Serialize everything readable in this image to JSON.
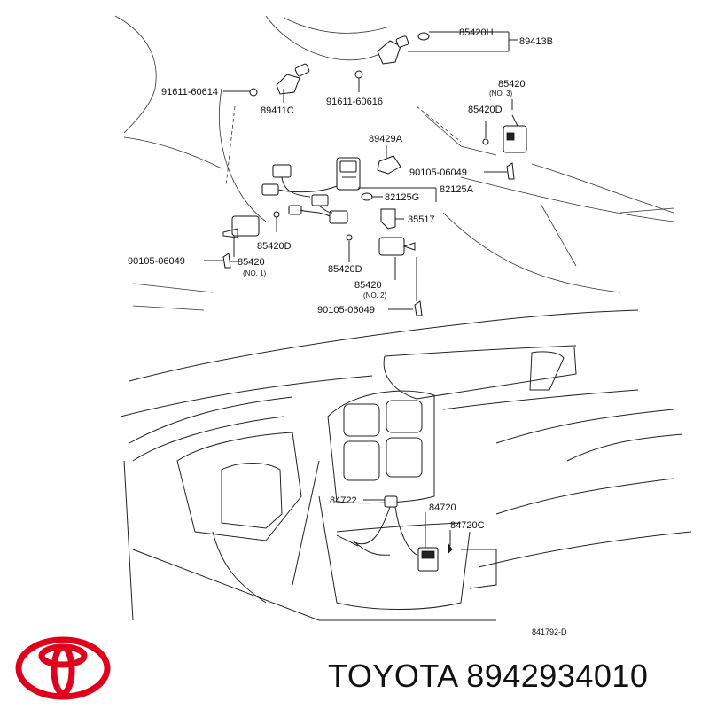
{
  "diagram": {
    "labels": [
      {
        "id": "l1",
        "text": "85420H"
      },
      {
        "id": "l2",
        "text": "89413B"
      },
      {
        "id": "l3",
        "text": "91611-60614"
      },
      {
        "id": "l4",
        "text": "89411C"
      },
      {
        "id": "l5",
        "text": "91611-60616"
      },
      {
        "id": "l6",
        "text": "85420"
      },
      {
        "id": "l7",
        "text": "(NO. 3)"
      },
      {
        "id": "l8",
        "text": "85420D"
      },
      {
        "id": "l9",
        "text": "89429A"
      },
      {
        "id": "l10",
        "text": "90105-06049"
      },
      {
        "id": "l11",
        "text": "82125G"
      },
      {
        "id": "l12",
        "text": "82125A"
      },
      {
        "id": "l13",
        "text": "35517"
      },
      {
        "id": "l14",
        "text": "85420D"
      },
      {
        "id": "l15",
        "text": "90105-06049"
      },
      {
        "id": "l16",
        "text": "85420"
      },
      {
        "id": "l17",
        "text": "(NO. 1)"
      },
      {
        "id": "l18",
        "text": "85420D"
      },
      {
        "id": "l19",
        "text": "85420"
      },
      {
        "id": "l20",
        "text": "(NO. 2)"
      },
      {
        "id": "l21",
        "text": "90105-06049"
      },
      {
        "id": "l22",
        "text": "84722"
      },
      {
        "id": "l23",
        "text": "84720"
      },
      {
        "id": "l24",
        "text": "84720C"
      }
    ],
    "code": "841792-D"
  },
  "brand": {
    "name": "TOYOTA",
    "part_number": "8942934010",
    "logo_color": "#e0001b"
  }
}
